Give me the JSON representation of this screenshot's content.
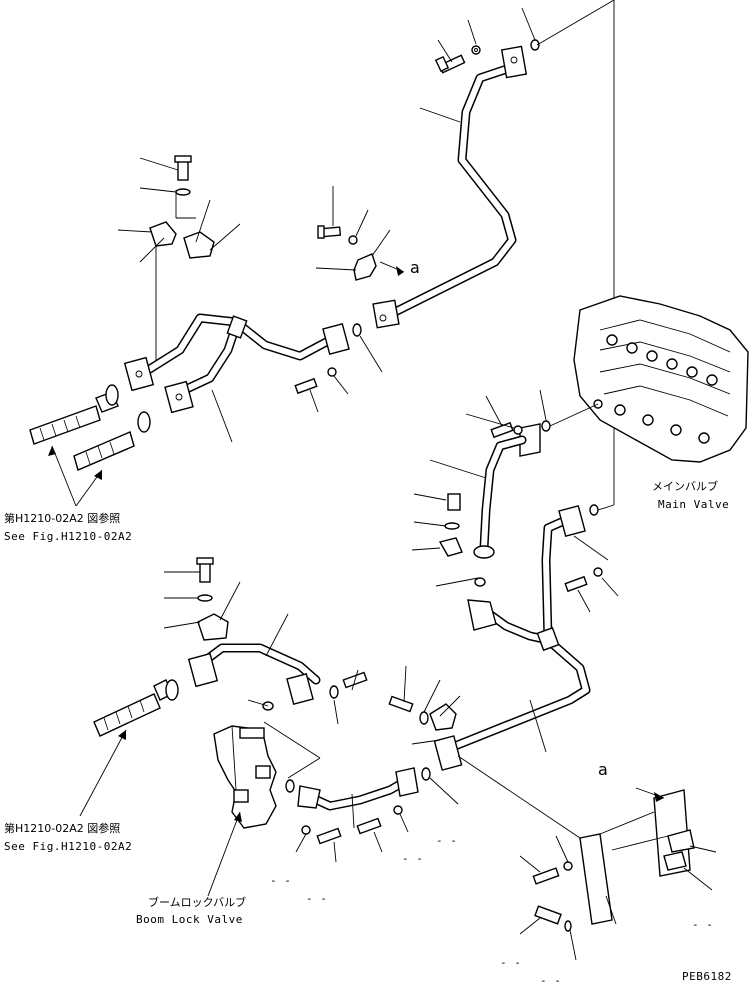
{
  "labels": {
    "main_valve_jp": "メインバルブ",
    "main_valve_en": "Main Valve",
    "ref_upper_jp": "第H1210-02A2 図参照",
    "ref_upper_en": "See Fig.H1210-02A2",
    "ref_lower_jp": "第H1210-02A2 図参照",
    "ref_lower_en": "See Fig.H1210-02A2",
    "boom_lock_jp": "ブームロックバルブ",
    "boom_lock_en": "Boom Lock Valve",
    "marker_a_upper": "a",
    "marker_a_lower": "a",
    "drawing_code": "PEB6182",
    "dash_marks": [
      "- -",
      "- -",
      "- -",
      "- -",
      "- -",
      "- -",
      "- -"
    ]
  }
}
